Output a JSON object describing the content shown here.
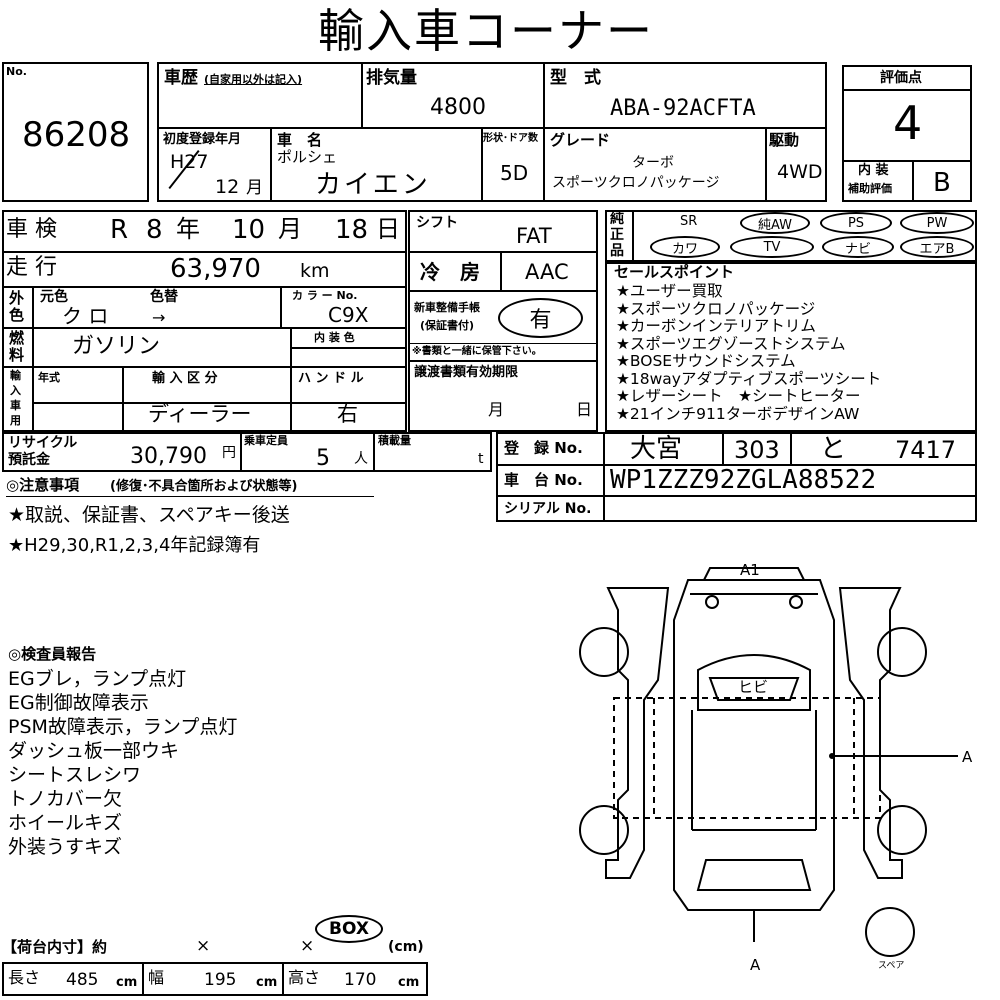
{
  "title": "輸入車コーナー",
  "header": {
    "no_label": "No.",
    "no_value": "86208",
    "history_label": "車歴",
    "history_note": "(自家用以外は記入)",
    "displacement_label": "排気量",
    "displacement_value": "4800",
    "model_label": "型　式",
    "model_value": "ABA-92ACFTA",
    "score_label": "評価点",
    "score_value": "4",
    "first_reg_label": "初度登録年月",
    "first_reg_era": "H27",
    "first_reg_month": "12",
    "first_reg_month_unit": "月",
    "car_name_label": "車　名",
    "car_maker": "ポルシェ",
    "car_name": "カイエン",
    "doors_label": "形状･ドア数",
    "doors_value": "5D",
    "grade_label": "グレード",
    "grade_line1": "ターボ",
    "grade_line2": "スポーツクロノパッケージ",
    "drive_label": "駆動",
    "drive_value": "4WD",
    "interior_label1": "内 装",
    "interior_label2": "補助評価",
    "interior_value": "B"
  },
  "inspection": {
    "label": "車 検",
    "era": "R",
    "year": "8",
    "year_unit": "年",
    "month": "10",
    "month_unit": "月",
    "day": "18",
    "day_unit": "日"
  },
  "mileage": {
    "label": "走 行",
    "value": "63,970",
    "unit": "km"
  },
  "shift": {
    "label": "シフト",
    "value": "FAT"
  },
  "aircon": {
    "label": "冷　房",
    "value": "AAC"
  },
  "genuine": {
    "label": [
      "純",
      "正",
      "品"
    ],
    "items": [
      "SR",
      "純AW",
      "PS",
      "PW",
      "カワ",
      "TV",
      "ナビ",
      "エアB"
    ]
  },
  "sales_points": {
    "label": "セールスポイント",
    "items": [
      "★ユーザー買取",
      "★スポーツクロノパッケージ",
      "★カーボンインテリアトリム",
      "★スポーツエグゾーストシステム",
      "★BOSEサウンドシステム",
      "★18wayアダプティブスポーツシート",
      "★レザーシート　★シートヒーター",
      "★21インチ911ターボデザインAW"
    ]
  },
  "exterior": {
    "label": [
      "外",
      "色"
    ],
    "original_label": "元色",
    "repaint_label": "色替",
    "original_value": "ク ロ",
    "repaint_value": "→",
    "color_no_label": "カ ラ ー No.",
    "color_no_value": "C9X",
    "interior_color_label": "内 装 色"
  },
  "fuel": {
    "label": [
      "燃",
      "料"
    ],
    "value": "ガソリン"
  },
  "maintenance": {
    "label1": "新車整備手帳",
    "label2": "(保証書付)",
    "value": "有",
    "note": "※書類と一緒に保管下さい。"
  },
  "transfer": {
    "label": "譲渡書類有効期限",
    "month_unit": "月",
    "day_unit": "日"
  },
  "import": {
    "label": [
      "輸",
      "入",
      "車",
      "用"
    ],
    "year_label": "年式",
    "type_label": "輸 入 区 分",
    "type_value": "ディーラー",
    "handle_label": "ハ ン ド ル",
    "handle_value": "右"
  },
  "recycle": {
    "label1": "リサイクル",
    "label2": "預託金",
    "value": "30,790",
    "unit": "円"
  },
  "capacity": {
    "label": "乗車定員",
    "value": "5",
    "unit": "人"
  },
  "load": {
    "label": "積載量",
    "unit": "t"
  },
  "registration": {
    "reg_label": "登　録 No.",
    "reg_area": "大宮",
    "reg_class": "303",
    "reg_kana": "と",
    "reg_number": "7417",
    "vin_label": "車　台 No.",
    "vin_value": "WP1ZZZ92ZGLA88522",
    "serial_label": "シリアル No."
  },
  "notes": {
    "heading": "◎注意事項",
    "heading_sub": "(修復･不具合箇所および状態等)",
    "items": [
      "★取説、保証書、スペアキー後送",
      "★H29,30,R1,2,3,4年記録簿有"
    ]
  },
  "report": {
    "heading": "◎検査員報告",
    "items": [
      "EGブレ，ランプ点灯",
      "EG制御故障表示",
      "PSM故障表示，ランプ点灯",
      "ダッシュ板一部ウキ",
      "シートスレシワ",
      "トノカバー欠",
      "ホイールキズ",
      "外装うすキズ"
    ]
  },
  "cargo": {
    "box_label": "BOX",
    "label": "【荷台内寸】約",
    "x1": "×",
    "x2": "×",
    "unit_paren": "(cm)",
    "length_label": "長さ",
    "length_value": "485",
    "width_label": "幅",
    "width_value": "195",
    "height_label": "高さ",
    "height_value": "170",
    "unit": "cm"
  },
  "diagram": {
    "label_a1": "A1",
    "label_hibi": "ヒビ",
    "label_a_right": "A",
    "label_a_bottom": "A",
    "label_spare": "スペア"
  }
}
